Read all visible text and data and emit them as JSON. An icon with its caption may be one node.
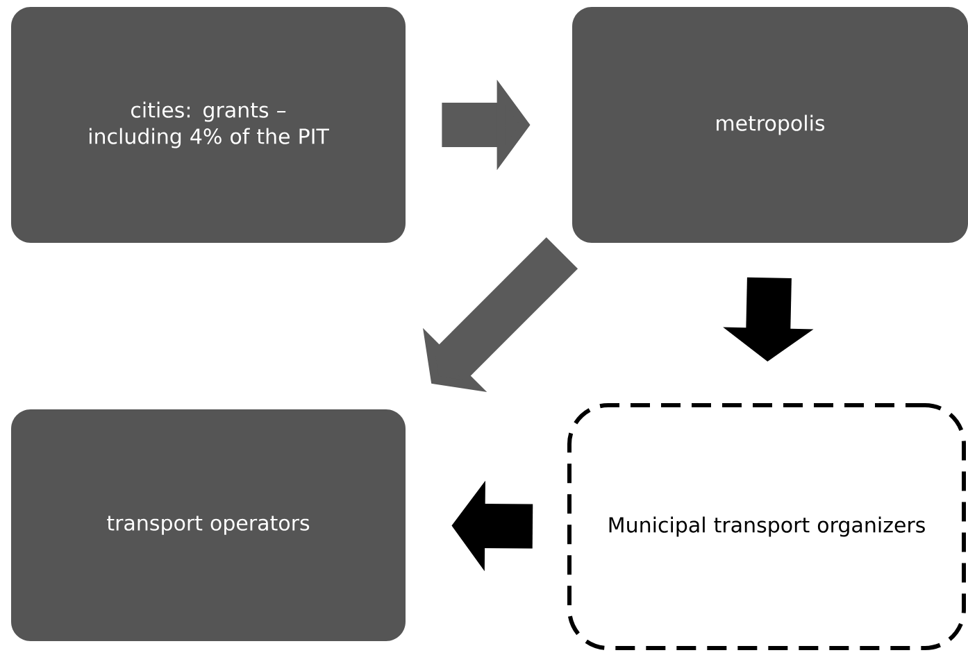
{
  "diagram": {
    "nodes": [
      {
        "text": [
          "cities: grants – including 4% of the PIT"
        ]
      },
      {
        "text": [
          "metropolis"
        ]
      },
      {
        "text": [
          "transport operators"
        ]
      },
      {
        "text": [
          "Municipal transport organizers"
        ]
      }
    ],
    "edges": [
      {
        "from": 0,
        "to": 1,
        "arrow": "to",
        "color": "#5a5a5a"
      },
      {
        "from": 1,
        "to": 2,
        "arrow": "to",
        "color": "#5a5a5a"
      },
      {
        "from": 1,
        "to": 3,
        "arrow": "to",
        "color": "#000000"
      },
      {
        "from": 3,
        "to": 2,
        "arrow": "to",
        "color": "#000000"
      }
    ]
  }
}
